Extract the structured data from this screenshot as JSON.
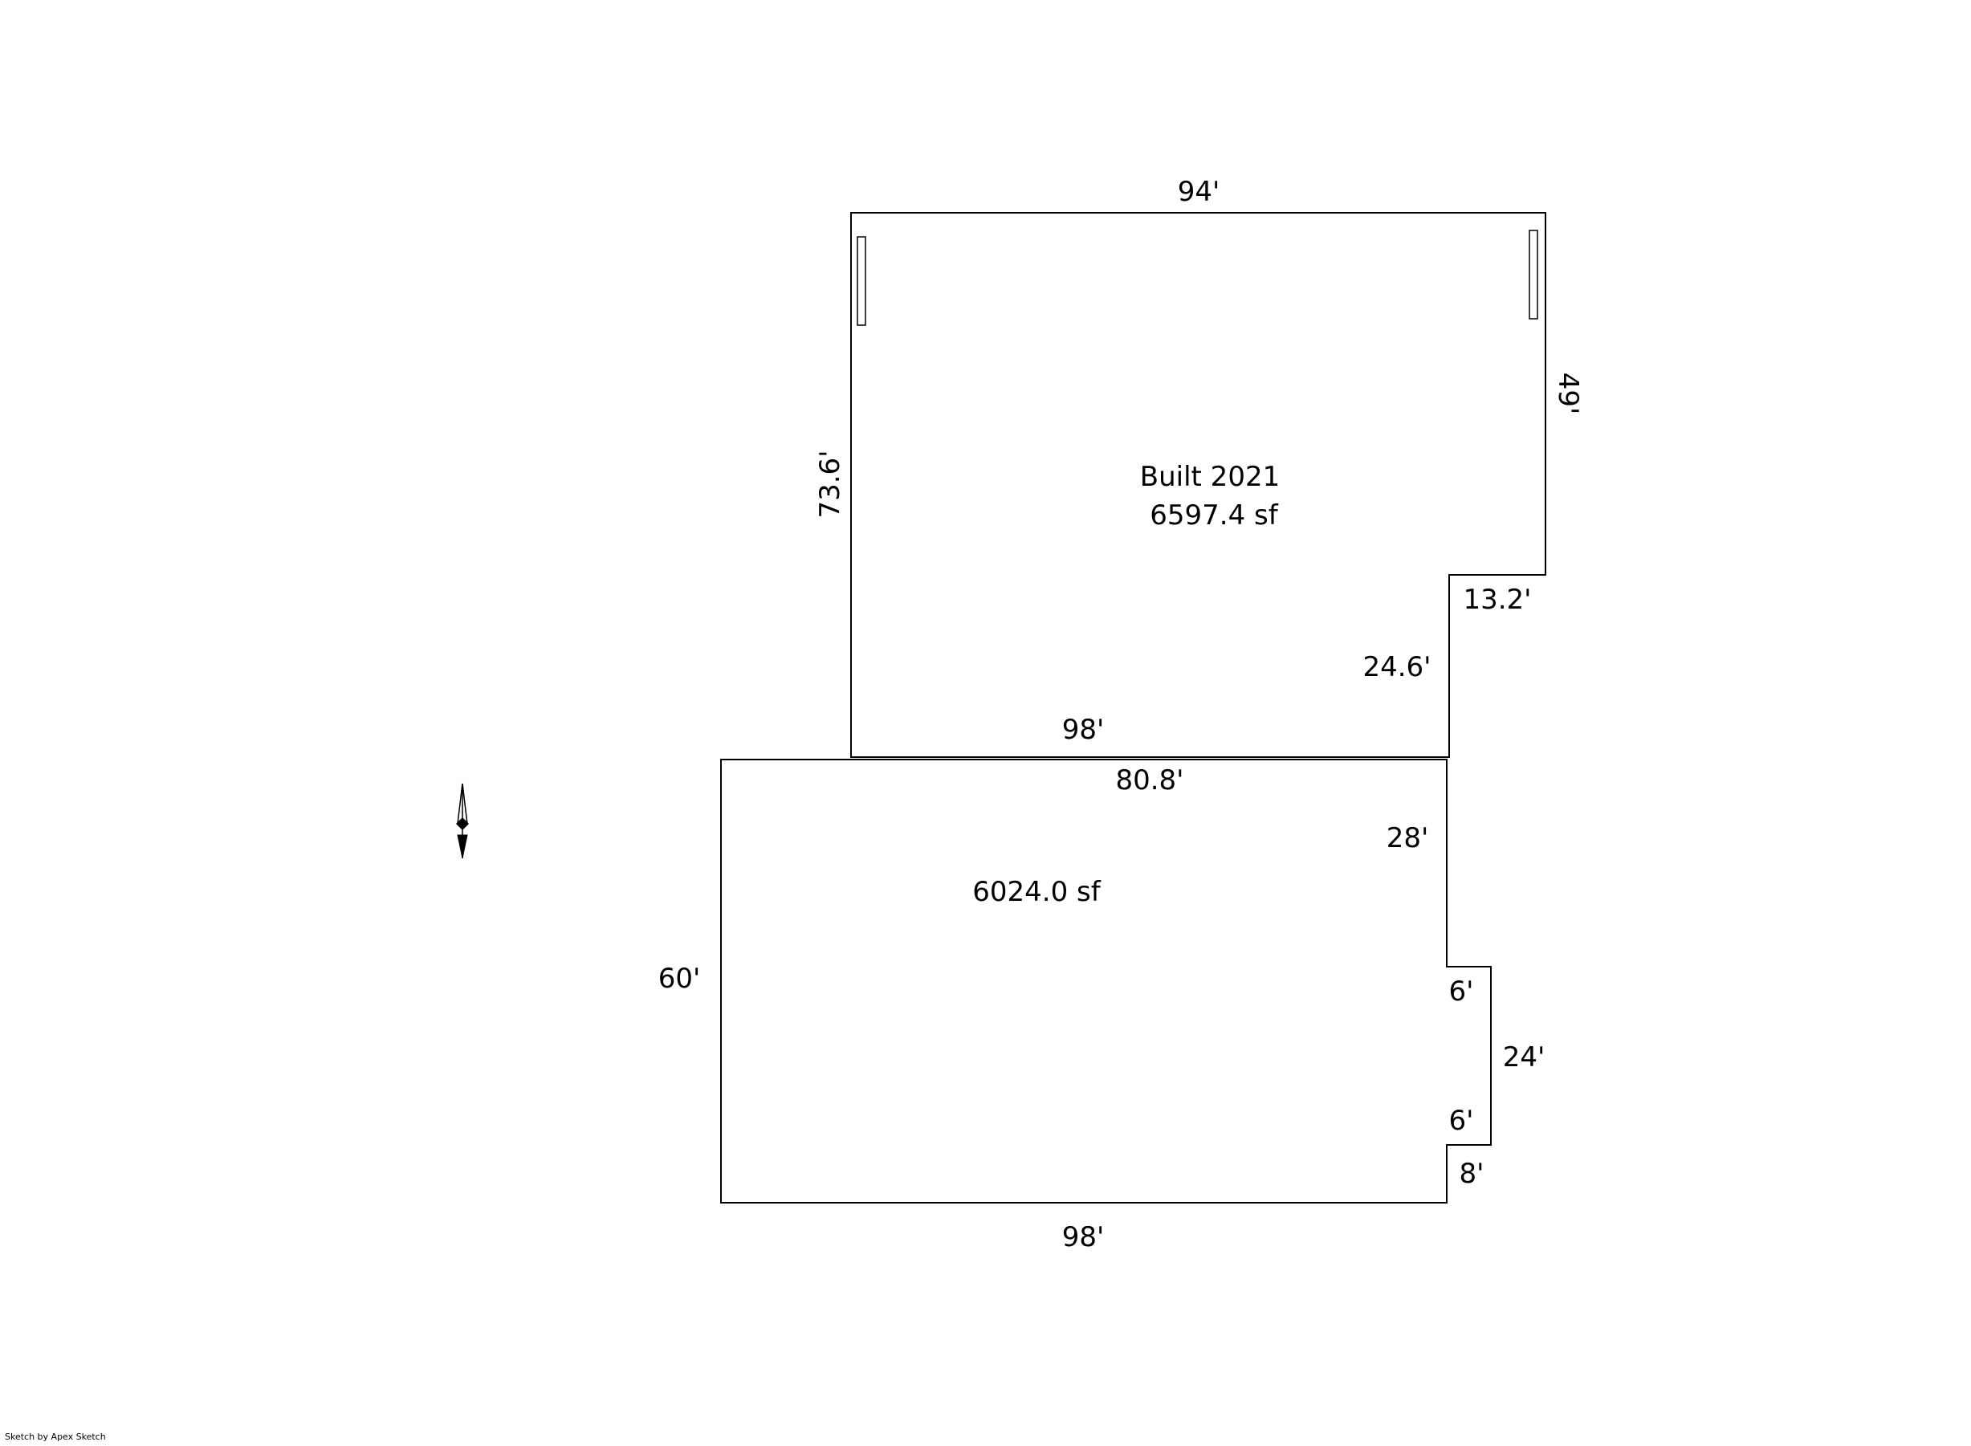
{
  "upper_area": {
    "title": "Built 2021",
    "area": "6597.4 sf",
    "dimensions": {
      "top": "94'",
      "left": "73.6'",
      "right_upper": "49'",
      "step_horizontal": "13.2'",
      "step_vertical": "24.6'",
      "bottom": "98'"
    }
  },
  "lower_area": {
    "area": "6024.0 sf",
    "dimensions": {
      "top": "80.8'",
      "right_upper": "28'",
      "left": "60'",
      "bump_top": "6'",
      "bump_side": "24'",
      "bump_bottom": "6'",
      "right_lower": "8'",
      "bottom": "98'"
    }
  },
  "footer": {
    "credit": "Sketch by Apex Sketch"
  },
  "colors": {
    "line": "#000000",
    "background": "#ffffff"
  }
}
